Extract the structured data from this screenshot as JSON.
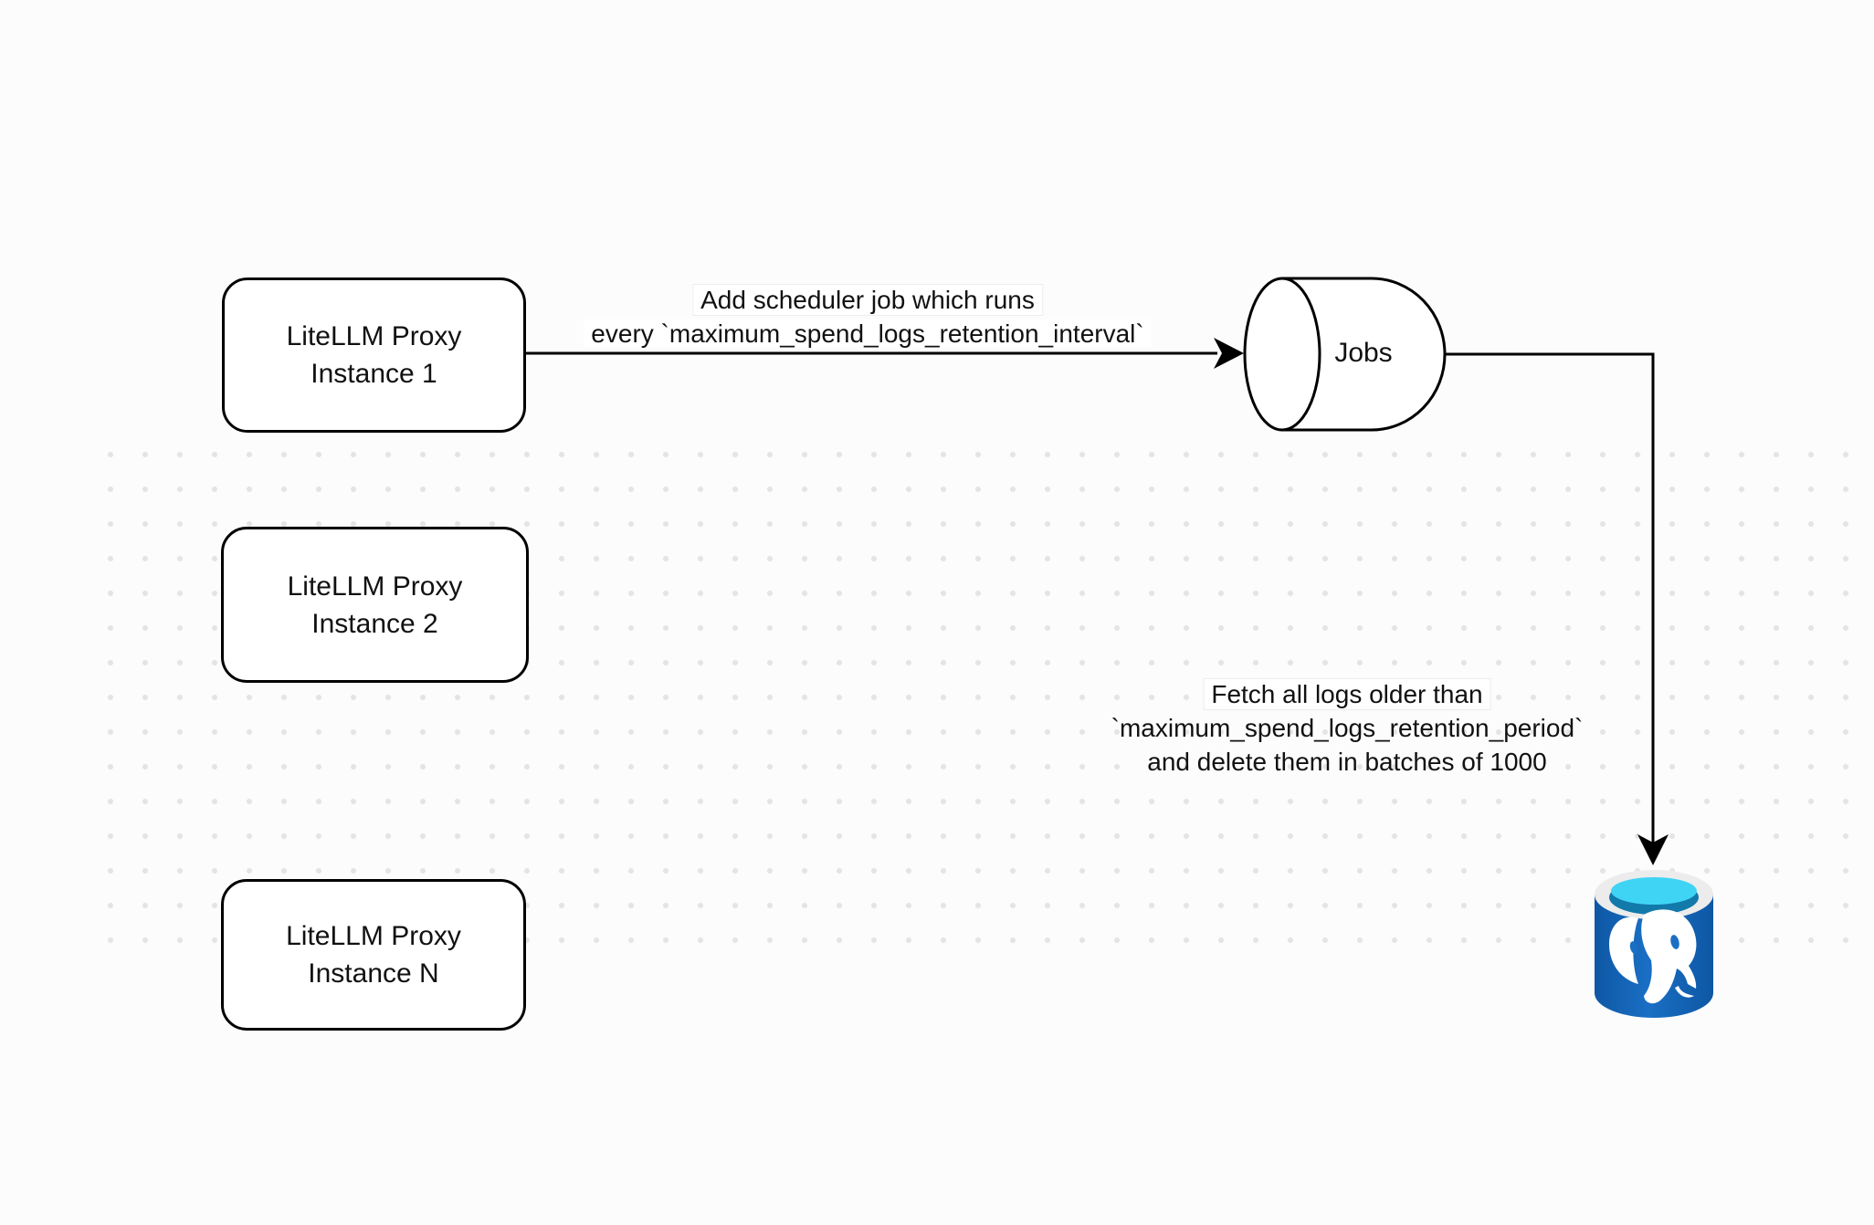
{
  "nodes": {
    "instance1": {
      "line1": "LiteLLM Proxy",
      "line2": "Instance 1"
    },
    "instance2": {
      "line1": "LiteLLM Proxy",
      "line2": "Instance 2"
    },
    "instanceN": {
      "line1": "LiteLLM Proxy",
      "line2": "Instance N"
    },
    "jobs": {
      "label": "Jobs"
    },
    "postgres": {
      "icon": "postgresql-database-icon"
    }
  },
  "edges": {
    "schedule": {
      "from": "instance1",
      "to": "jobs",
      "line1": "Add scheduler job which runs",
      "line2": "every `maximum_spend_logs_retention_interval`"
    },
    "cleanup": {
      "from": "jobs",
      "to": "postgres",
      "line1": "Fetch all logs older than",
      "line2": "`maximum_spend_logs_retention_period`",
      "line3": "and delete them in batches of 1000"
    }
  },
  "colors": {
    "background": "#fcfcfc",
    "dot": "#e4e4e4",
    "stroke": "#000000",
    "node_fill": "#ffffff",
    "pg_body": "#1a6fc4",
    "pg_body_dark": "#0e57a4",
    "pg_rim": "#ececec",
    "pg_top": "#3fd4f4",
    "pg_top_shadow": "#1279ab",
    "pg_elephant": "#ffffff",
    "label_bg": "#ffffff",
    "label_border": "#ededed"
  }
}
